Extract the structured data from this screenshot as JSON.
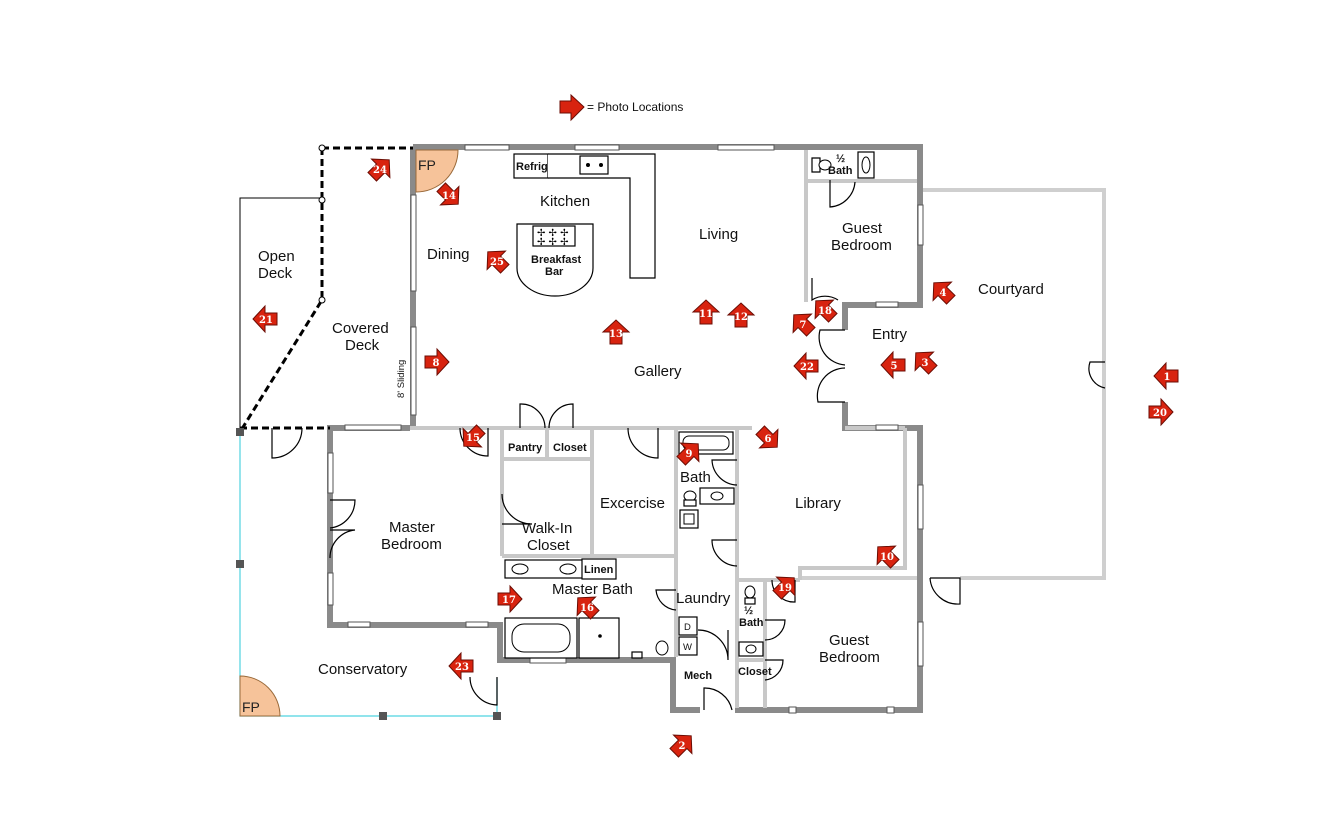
{
  "legend": {
    "label": "= Photo Locations"
  },
  "rooms": {
    "kitchen": "Kitchen",
    "dining": "Dining",
    "living": "Living",
    "gallery": "Gallery",
    "guest_bedroom_1_l1": "Guest",
    "guest_bedroom_1_l2": "Bedroom",
    "courtyard": "Courtyard",
    "entry": "Entry",
    "open_deck_l1": "Open",
    "open_deck_l2": "Deck",
    "covered_deck_l1": "Covered",
    "covered_deck_l2": "Deck",
    "master_bedroom_l1": "Master",
    "master_bedroom_l2": "Bedroom",
    "walkin_l1": "Walk-In",
    "walkin_l2": "Closet",
    "excercise": "Excercise",
    "bath": "Bath",
    "library": "Library",
    "master_bath": "Master Bath",
    "laundry": "Laundry",
    "guest_bedroom_2_l1": "Guest",
    "guest_bedroom_2_l2": "Bedroom",
    "conservatory": "Conservatory"
  },
  "labels": {
    "refrig": "Refrig",
    "breakfast_l1": "Breakfast",
    "breakfast_l2": "Bar",
    "half_bath_top_l1": "½",
    "half_bath_top_l2": "Bath",
    "half_bath_low_l1": "½",
    "half_bath_low_l2": "Bath",
    "sliding": "8' Sliding",
    "pantry": "Pantry",
    "closet_top": "Closet",
    "closet_low": "Closet",
    "linen": "Linen",
    "mech": "Mech",
    "washer_d": "D",
    "washer_w": "W",
    "fp_top": "FP",
    "fp_bottom": "FP"
  },
  "photo_locations": [
    "1",
    "2",
    "3",
    "4",
    "5",
    "6",
    "7",
    "8",
    "9",
    "10",
    "11",
    "12",
    "13",
    "14",
    "15",
    "16",
    "17",
    "18",
    "19",
    "20",
    "21",
    "22",
    "23",
    "24",
    "25"
  ],
  "colors": {
    "arrow": "#d8230f",
    "exterior_wall": "#8a8a8a",
    "interior_wall": "#c8c8c8",
    "fireplace": "#f6c39a",
    "conservatory_outline": "#4fd3e0"
  }
}
